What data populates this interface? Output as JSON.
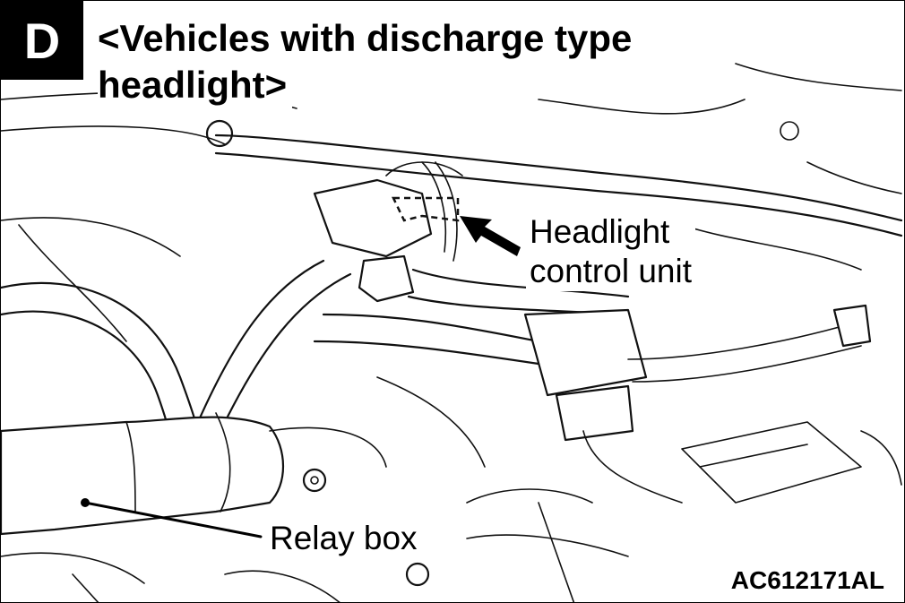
{
  "section_letter": "D",
  "title_line_1": "<Vehicles with discharge type",
  "title_line_2": "headlight>",
  "callouts": {
    "headlight_line_1": "Headlight",
    "headlight_line_2": "control unit",
    "relay_box": "Relay box"
  },
  "figure_code": "AC612171AL"
}
